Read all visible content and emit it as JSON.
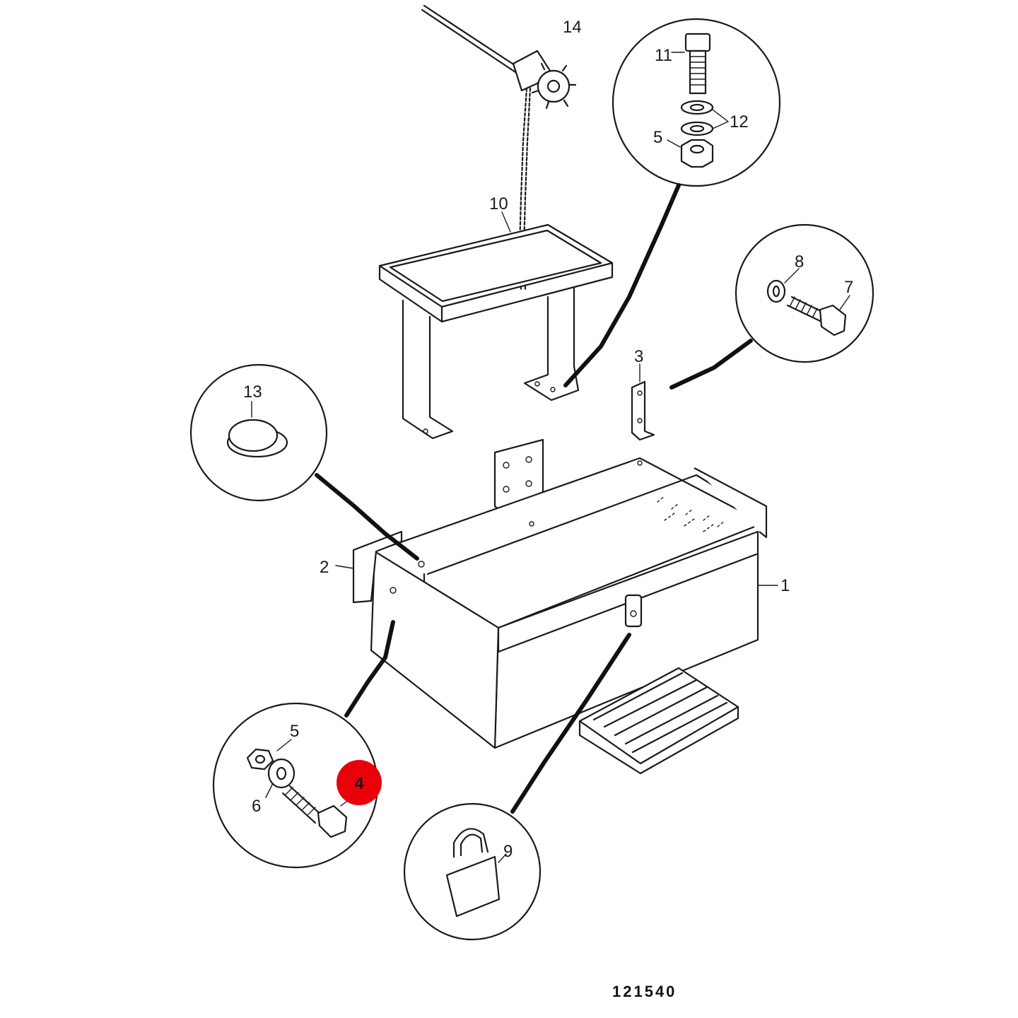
{
  "diagram": {
    "reference_number": "121540",
    "highlight": {
      "label": "4",
      "color": "#e8000b"
    },
    "labels": {
      "p1": "1",
      "p2": "2",
      "p3": "3",
      "p5a": "5",
      "p5b": "5",
      "p6": "6",
      "p7": "7",
      "p8": "8",
      "p9": "9",
      "p10": "10",
      "p11": "11",
      "p12": "12",
      "p13": "13",
      "p14": "14"
    }
  }
}
